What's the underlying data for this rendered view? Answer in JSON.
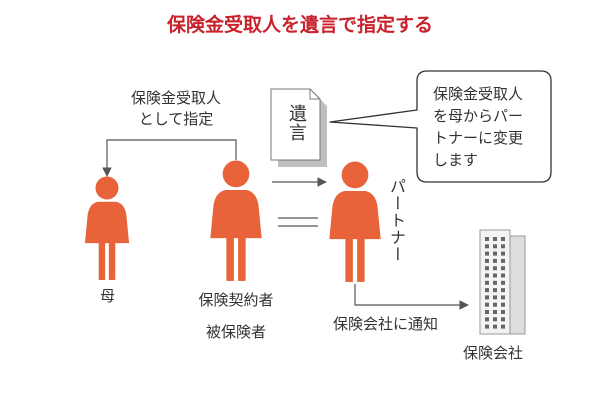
{
  "title": "保険金受取人を遺言で指定する",
  "left_flow": {
    "line1": "保険金受取人",
    "line2": "として指定"
  },
  "document": {
    "label": "遺言"
  },
  "speech_bubble": {
    "line1": "保険金受取人",
    "line2": "を母からパー",
    "line3": "トナーに変更",
    "line4": "します"
  },
  "people": {
    "mother": "母",
    "insured_line1": "保険契約者",
    "insured_line2": "被保険者",
    "partner": "パートナー"
  },
  "notice": {
    "label": "保険会社に通知"
  },
  "company": {
    "label": "保険会社"
  },
  "colors": {
    "title": "#c8232c",
    "person": "#e8633a",
    "line": "#555555",
    "text": "#333333",
    "document_fill": "#ffffff",
    "document_shadow": "#bfbfbf",
    "bubble_stroke": "#333333",
    "building": "#f3f3f3",
    "building_stroke": "#999999",
    "window": "#666666"
  }
}
